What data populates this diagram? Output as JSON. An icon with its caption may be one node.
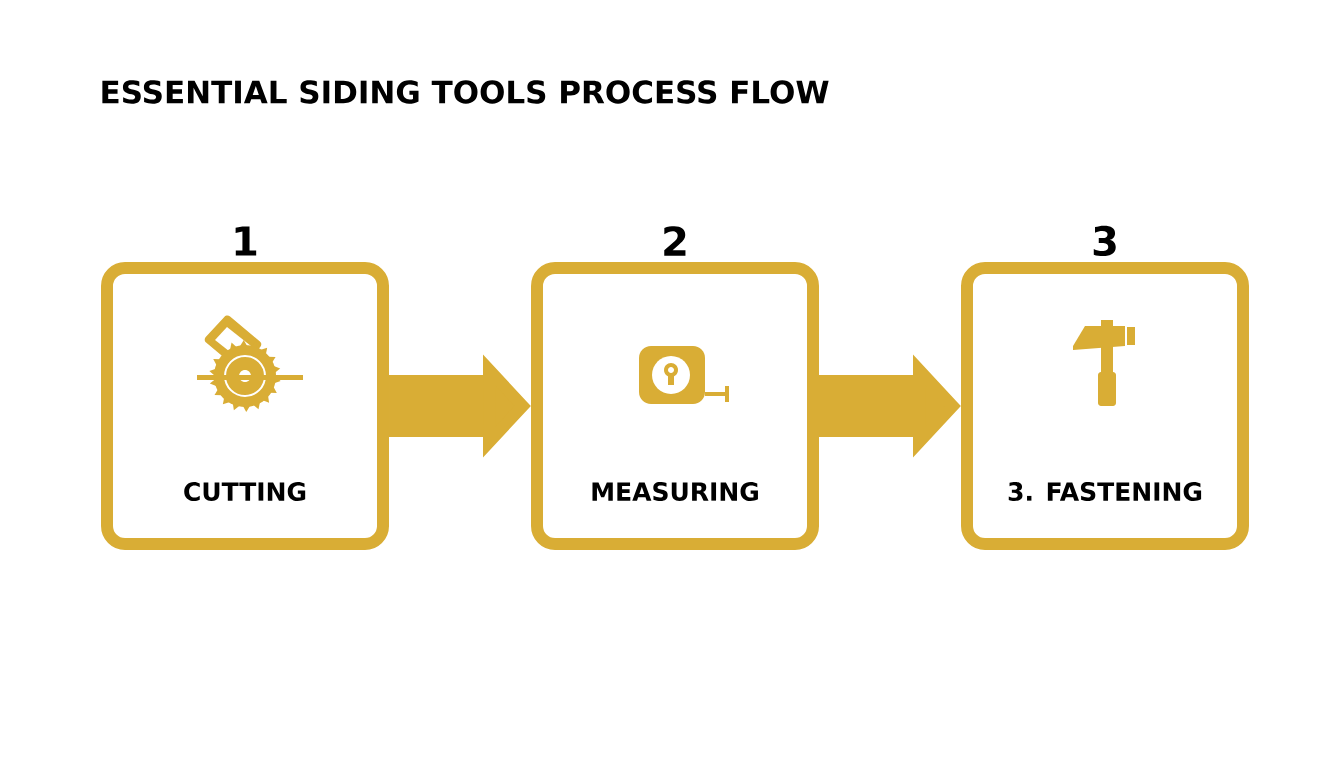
{
  "diagram": {
    "title": "ESSENTIAL SIDING TOOLS PROCESS FLOW",
    "nodes": [
      {
        "text": [
          "CUTTING"
        ],
        "beside": [
          "1"
        ]
      },
      {
        "text": [
          "MEASURING"
        ],
        "beside": [
          "2"
        ]
      },
      {
        "text": [
          "3. FASTENING"
        ],
        "beside": [
          "3"
        ]
      }
    ],
    "edges": [
      {
        "from": 0,
        "to": 1,
        "arrow": "to"
      },
      {
        "from": 1,
        "to": 2,
        "arrow": "to"
      }
    ]
  }
}
